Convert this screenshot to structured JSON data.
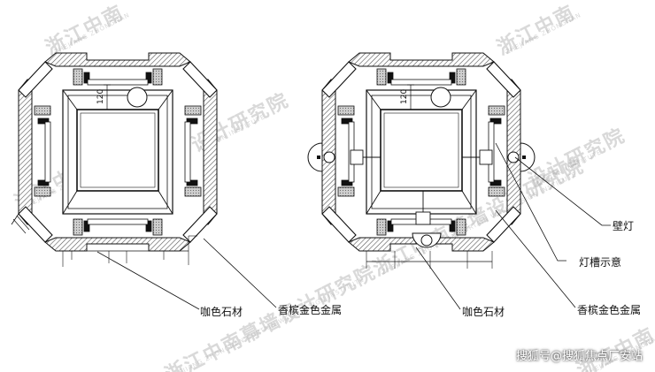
{
  "colors": {
    "line": "#111111",
    "hatch": "#555555",
    "stone_fill": "#bdbdbd",
    "watermark": "#b5b5b5",
    "panel": "#ffffff"
  },
  "watermarks": [
    {
      "main": "浙江中南",
      "sub": "ZHEJIANG ZHONGNAN"
    },
    {
      "main": "浙江中南",
      "sub": "ZHEJIANG ZHONGNAN"
    },
    {
      "main": "浙江中南",
      "sub": "ZHEJIANG ZHONGNAN"
    },
    {
      "main": "浙江中南",
      "sub": "ZHEJIANG ZHONGNAN"
    },
    {
      "main": "浙江中南幕墙设计研究院",
      "sub": "ZHEJIANG ZHONGNAN CURTAIN WALL DESIGN INSTITUTE"
    },
    {
      "main": "浙江中南幕墙设计研究院",
      "sub": "ZHEJIANG ZHONGNAN CURTAIN WALL DESIGN INSTITUTE"
    },
    {
      "main": "设计研究院",
      "sub": "DESIGN INSTITUTE"
    },
    {
      "main": "设计研究院",
      "sub": "DESIGN INSTITUTE"
    }
  ],
  "left_detail": {
    "dimension": "120",
    "labels": {
      "stone": "咖色石材",
      "metal": "香槟金色金属"
    }
  },
  "right_detail": {
    "dimension": "120",
    "labels": {
      "wall_lamp": "壁灯",
      "lamp_slot": "灯槽示意",
      "stone": "咖色石材",
      "metal": "香槟金色金属"
    }
  },
  "footer": {
    "credit": "搜狐号@搜狐焦点厂安站"
  }
}
